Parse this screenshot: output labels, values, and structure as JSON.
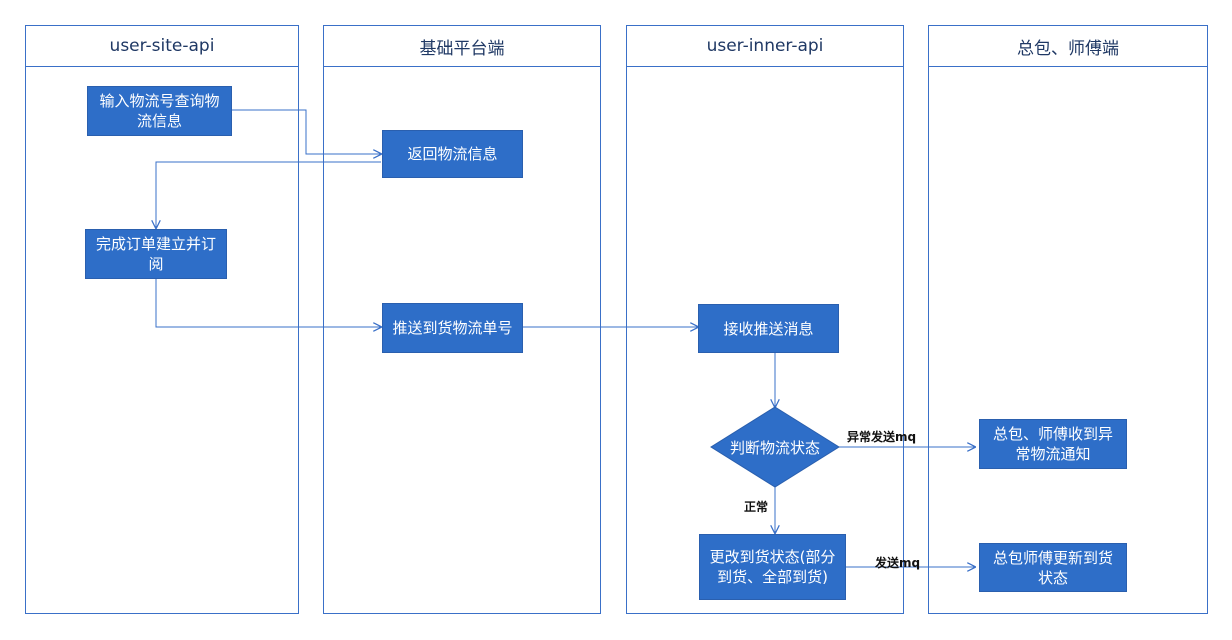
{
  "lanes": [
    {
      "id": "lane-user-site-api",
      "title": "user-site-api"
    },
    {
      "id": "lane-platform",
      "title": "基础平台端"
    },
    {
      "id": "lane-user-inner-api",
      "title": "user-inner-api"
    },
    {
      "id": "lane-contractor",
      "title": "总包、师傅端"
    }
  ],
  "nodes": {
    "input_query": "输入物流号查询物流信息",
    "return_info": "返回物流信息",
    "create_order": "完成订单建立并订阅",
    "push_tracking": "推送到货物流单号",
    "receive_push": "接收推送消息",
    "judge_status": "判断物流状态",
    "update_status": "更改到货状态(部分到货、全部到货)",
    "notify_abnormal": "总包、师傅收到异常物流通知",
    "update_contractor": "总包师傅更新到货状态"
  },
  "edge_labels": {
    "abnormal_mq": "异常发送mq",
    "normal": "正常",
    "send_mq": "发送mq"
  },
  "colors": {
    "node_fill": "#2e6ec8",
    "line": "#3a70c8",
    "lane_border": "#3a70c8"
  }
}
